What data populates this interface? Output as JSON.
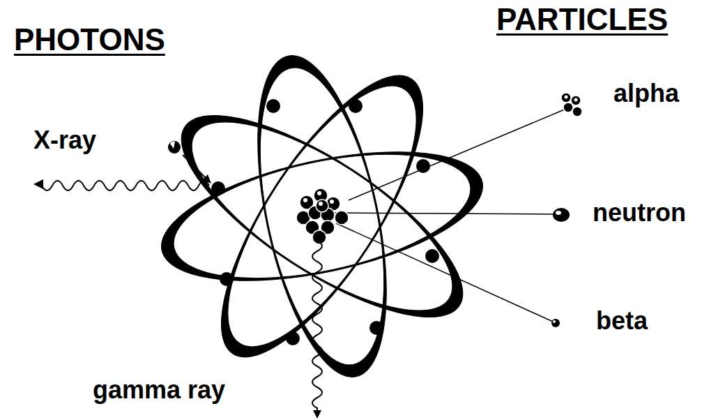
{
  "diagram": {
    "labels": [
      "PHOTONS",
      "PARTICLES",
      "X-ray",
      "alpha",
      "neutron",
      "beta",
      "gamma ray"
    ]
  }
}
